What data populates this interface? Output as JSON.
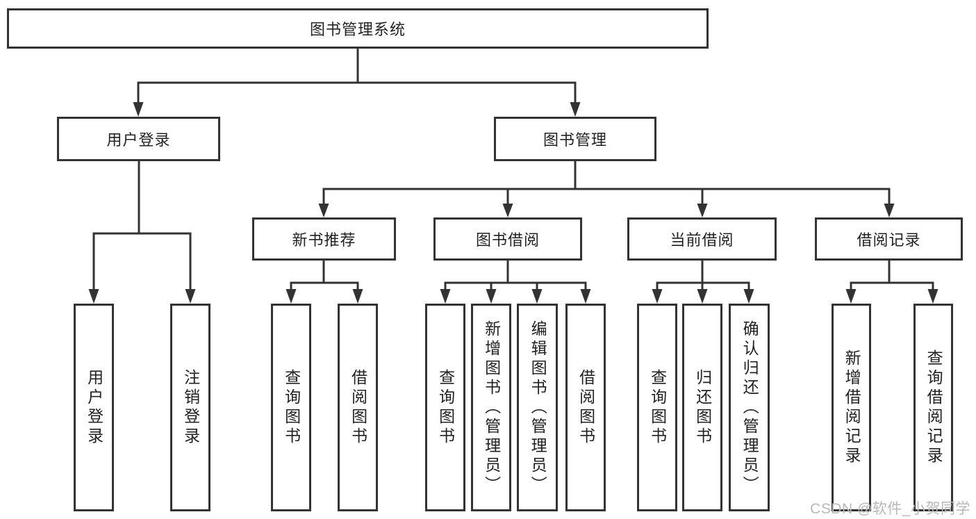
{
  "diagram": {
    "title": "图书管理系统",
    "branches": {
      "user_login": {
        "label": "用户登录",
        "children": [
          "用户登录",
          "注销登录"
        ]
      },
      "book_management": {
        "label": "图书管理",
        "sections": [
          {
            "label": "新书推荐",
            "children": [
              "查询图书",
              "借阅图书"
            ]
          },
          {
            "label": "图书借阅",
            "children": [
              "查询图书",
              "新增图书（管理员）",
              "编辑图书（管理员）",
              "借阅图书"
            ]
          },
          {
            "label": "当前借阅",
            "children": [
              "查询图书",
              "归还图书",
              "确认归还（管理员）"
            ]
          },
          {
            "label": "借阅记录",
            "children": [
              "新增借阅记录",
              "查询借阅记录"
            ]
          }
        ]
      }
    }
  },
  "watermark": "CSDN @软件_小贺同学",
  "colors": {
    "line": "#333333",
    "box_border": "#333333",
    "text": "#222222",
    "watermark": "#b8b8b8",
    "background": "#ffffff"
  }
}
